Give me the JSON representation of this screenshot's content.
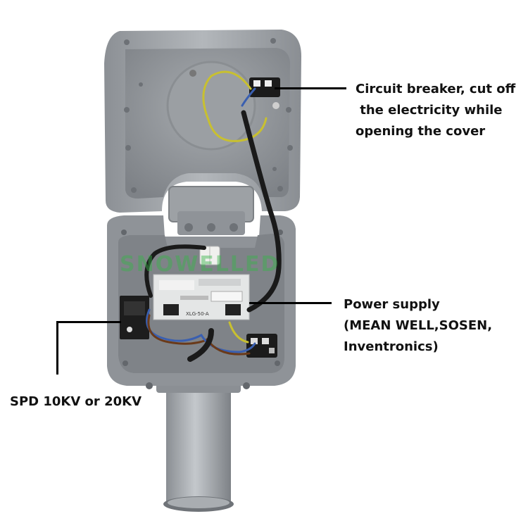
{
  "watermark": "SNOWELLED",
  "annotations": {
    "circuit_breaker": {
      "lines": [
        "Circuit breaker,  cut off",
        " the electricity while",
        "opening the cover"
      ]
    },
    "power_supply": {
      "lines": [
        "Power supply",
        "(MEAN WELL,SOSEN,",
        "Inventronics)"
      ]
    },
    "spd": {
      "lines": [
        "SPD 10KV or 20KV"
      ]
    }
  },
  "driver_model": "XLG-50-A",
  "colors": {
    "housing": "#9ea2a6",
    "housing_dark": "#7c8085",
    "interior": "#8d9196",
    "wire_yellow": "#c8c030",
    "wire_blue": "#3a5fb0",
    "wire_brown": "#6a3a1a",
    "wire_black": "#1a1a1a",
    "watermark": "#37b34a"
  }
}
